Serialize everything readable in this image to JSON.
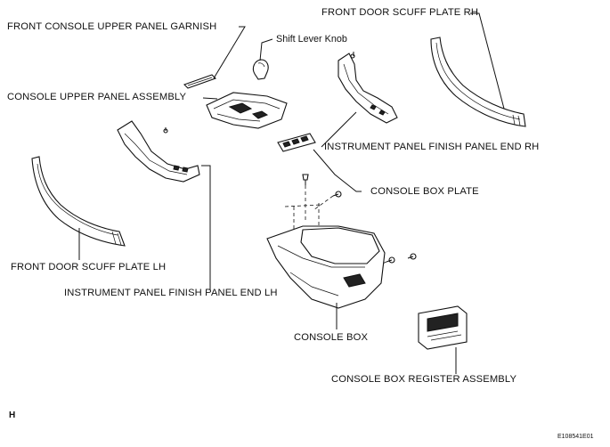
{
  "labels": {
    "front_console_upper_panel_garnish": "FRONT CONSOLE UPPER PANEL GARNISH",
    "shift_lever_knob": "Shift Lever Knob",
    "front_door_scuff_plate_rh": "FRONT DOOR SCUFF PLATE RH",
    "console_upper_panel_assembly": "CONSOLE UPPER PANEL ASSEMBLY",
    "instrument_panel_finish_panel_end_rh": "INSTRUMENT PANEL FINISH PANEL END RH",
    "console_box_plate": "CONSOLE BOX PLATE",
    "front_door_scuff_plate_lh": "FRONT DOOR SCUFF PLATE LH",
    "instrument_panel_finish_panel_end_lh": "INSTRUMENT PANEL FINISH PANEL END LH",
    "console_box": "CONSOLE BOX",
    "console_box_register_assembly": "CONSOLE BOX REGISTER ASSEMBLY"
  },
  "footer": {
    "view_letter": "H",
    "figure_code": "E108541E01"
  }
}
